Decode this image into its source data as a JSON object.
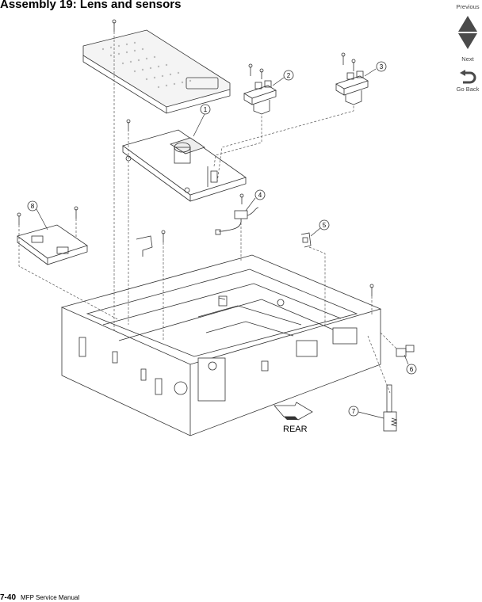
{
  "header": {
    "title": "Assembly 19:  Lens and sensors"
  },
  "nav": {
    "previous_label": "Previous",
    "next_label": "Next",
    "back_label": "Go Back"
  },
  "diagram": {
    "callouts": [
      "1",
      "2",
      "3",
      "4",
      "5",
      "6",
      "7",
      "8"
    ],
    "direction_label": "REAR"
  },
  "footer": {
    "page_number": "7-40",
    "manual_title": "MFP Service Manual"
  },
  "colors": {
    "line": "#333333",
    "nav_arrow": "#4a4a4a"
  }
}
